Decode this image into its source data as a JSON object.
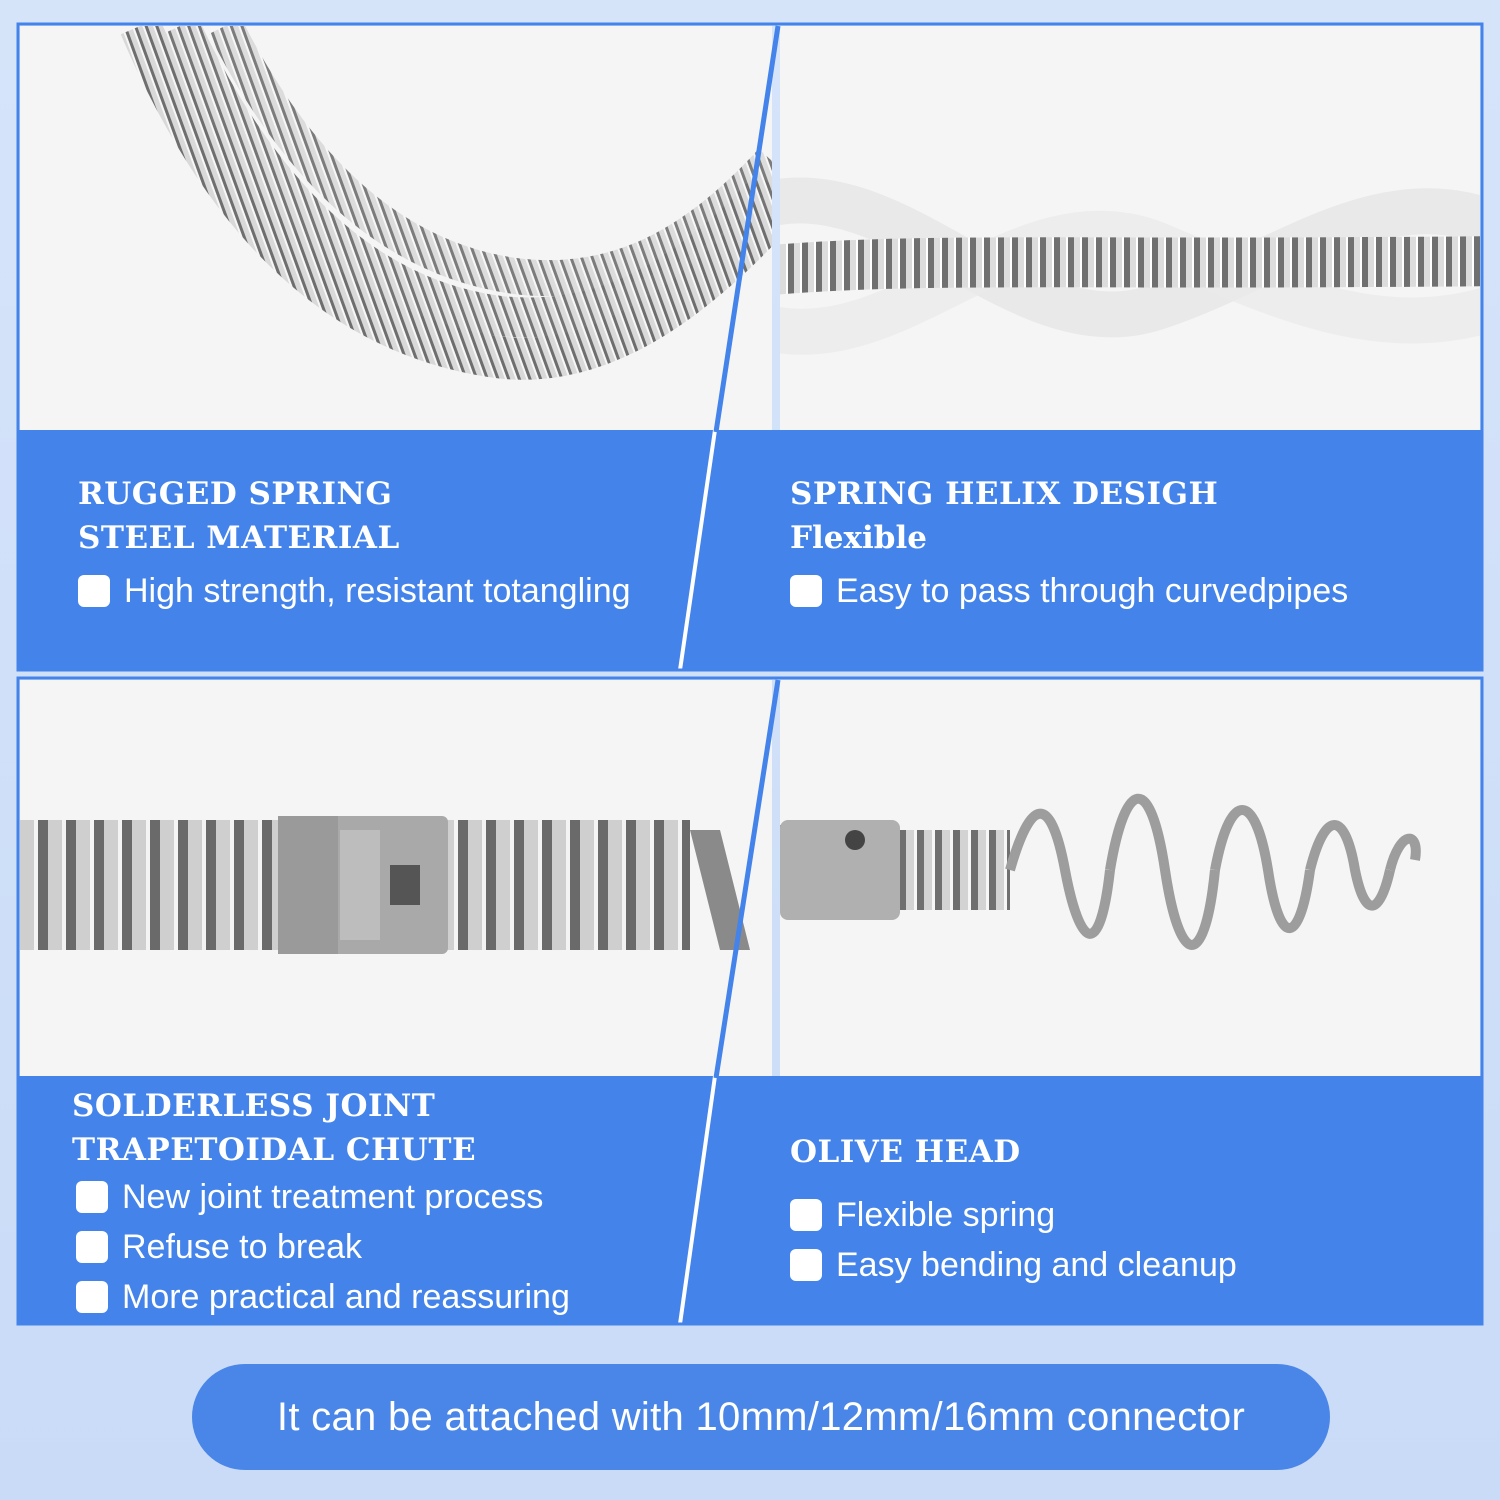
{
  "panels": [
    {
      "title_lines": [
        "RUGGED SPRING",
        "STEEL MATERIAL"
      ],
      "subtitle": "",
      "bullets": [
        "High strength, resistant totangling"
      ]
    },
    {
      "title_lines": [
        "SPRING HELIX DESIGH"
      ],
      "subtitle": "Flexible",
      "bullets": [
        "Easy to pass through curvedpipes"
      ]
    },
    {
      "title_lines": [
        "SOLDERLESS JOINT",
        "TRAPETOIDAL CHUTE"
      ],
      "subtitle": "",
      "bullets": [
        "New joint treatment process",
        "Refuse to break",
        "More practical and reassuring"
      ]
    },
    {
      "title_lines": [
        "OLIVE HEAD"
      ],
      "subtitle": "",
      "bullets": [
        "Flexible spring",
        "Easy bending and cleanup"
      ]
    }
  ],
  "footer": {
    "text": "It can be attached with 10mm/12mm/16mm connector"
  },
  "colors": {
    "band_blue": "#4383ea",
    "page_background": "#cfe0f8",
    "footer_blue": "#4a86e8"
  }
}
